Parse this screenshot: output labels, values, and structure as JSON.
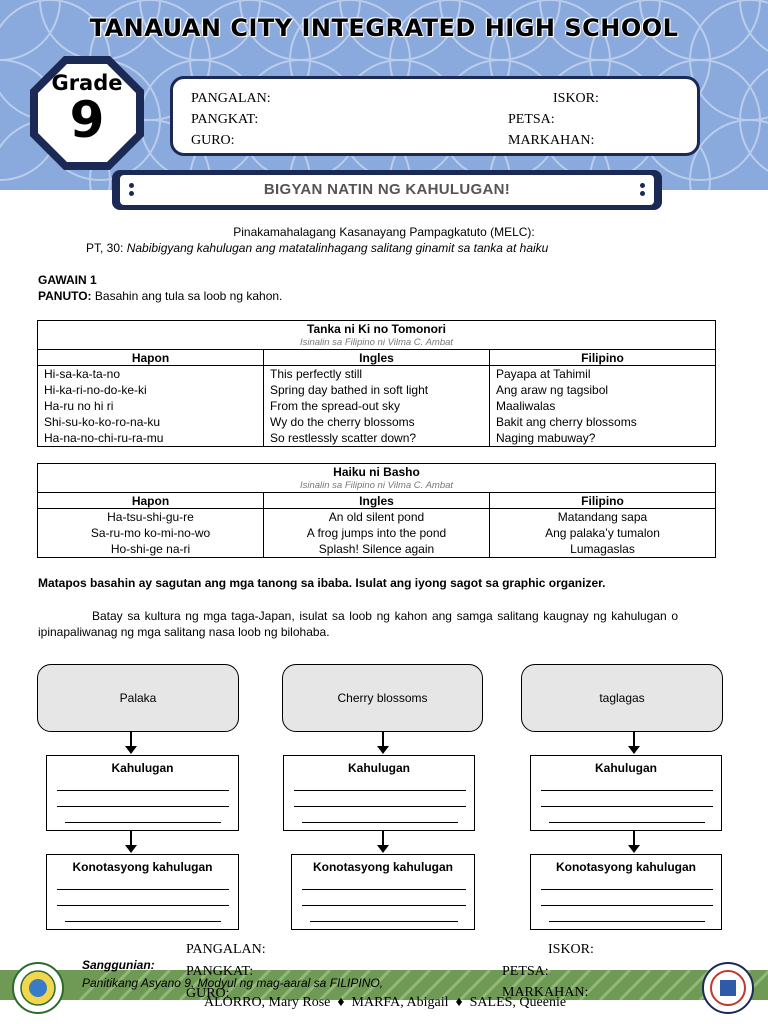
{
  "header": {
    "school_name": "TANAUAN CITY INTEGRATED HIGH SCHOOL",
    "grade_word": "Grade",
    "grade_number": "9",
    "fields": {
      "pangalan": "PANGALAN:",
      "iskor": "ISKOR:",
      "pangkat": "PANGKAT:",
      "petsa": "PETSA:",
      "guro": "GURO:",
      "markahan": "MARKAHAN:"
    },
    "banner_title": "BIGYAN NATIN NG KAHULUGAN!"
  },
  "melc": {
    "title": "Pinakamahalagang Kasanayang Pampagkatuto (MELC):",
    "code": "PT, 30:",
    "description": "Nabibigyang kahulugan ang matatalinhagang salitang ginamit sa tanka at haiku"
  },
  "activity": {
    "gawain": "GAWAIN 1",
    "panuto_label": "PANUTO:",
    "panuto_text": "Basahin ang tula sa loob ng kahon."
  },
  "tanka": {
    "title": "Tanka ni Ki no Tomonori",
    "translator": "Isinalin sa Filipino ni Vilma C. Ambat",
    "headers": [
      "Hapon",
      "Ingles",
      "Filipino"
    ],
    "hapon": [
      "Hi-sa-ka-ta-no",
      "Hi-ka-ri-no-do-ke-ki",
      "Ha-ru no hi ri",
      "Shi-su-ko-ko-ro-na-ku",
      "Ha-na-no-chi-ru-ra-mu"
    ],
    "ingles": [
      "This perfectly still",
      "Spring day bathed in soft light",
      "From the spread-out sky",
      "Wy do the cherry blossoms",
      "So restlessly scatter down?"
    ],
    "filipino": [
      "Payapa at Tahimil",
      "Ang araw ng tagsibol",
      "Maaliwalas",
      "Bakit ang cherry blossoms",
      "Naging mabuway?"
    ]
  },
  "haiku": {
    "title": "Haiku ni Basho",
    "translator": "Isinalin sa Filipino ni Vilma C. Ambat",
    "headers": [
      "Hapon",
      "Ingles",
      "Filipino"
    ],
    "hapon": [
      "Ha-tsu-shi-gu-re",
      "Sa-ru-mo ko-mi-no-wo",
      "Ho-shi-ge na-ri"
    ],
    "ingles": [
      "An old silent pond",
      "A frog jumps into the pond",
      "Splash! Silence again"
    ],
    "filipino": [
      "Matandang sapa",
      "Ang palaka’y tumalon",
      "Lumagaslas"
    ]
  },
  "instructions": {
    "line1": "Matapos basahin ay sagutan ang mga tanong sa ibaba. Isulat ang iyong sagot sa graphic organizer.",
    "line2": "Batay sa kultura ng mga taga-Japan, isulat sa loob ng kahon ang samga salitang kaugnay ng kahulugan o ipinapaliwanag ng mga salitang nasa loob ng bilohaba."
  },
  "organizer": {
    "words": [
      "Palaka",
      "Cherry blossoms",
      "taglagas"
    ],
    "meaning_label": "Kahulugan",
    "connotation_label": "Konotasyong kahulugan"
  },
  "footer": {
    "pangalan": "PANGALAN:",
    "iskor": "ISKOR:",
    "pangkat": "PANGKAT:",
    "petsa": "PETSA:",
    "guro": "GURO:",
    "markahan": "MARKAHAN:",
    "sanggunian": "Sanggunian:",
    "module": "Panitikang Asyano 9, Modyul ng mag-aaral sa FILIPINO,",
    "authors": "ALORRO, Mary Rose  ♦  MARFA, Abigail  ♦  SALES, Queenie"
  },
  "colors": {
    "header_blue": "#8aa9dc",
    "navy": "#1a2a55",
    "footer_green": "#6f9a55",
    "box_gray": "#e6e6e6"
  }
}
